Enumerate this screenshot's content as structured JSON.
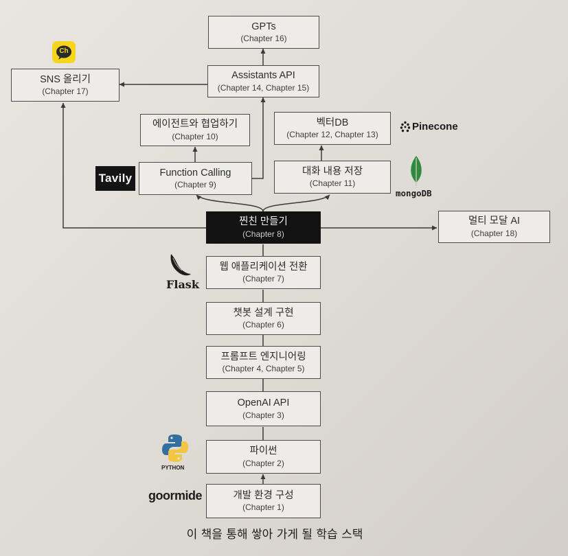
{
  "nodes": [
    {
      "id": "gpts",
      "title": "GPTs",
      "chapter": "(Chapter 16)"
    },
    {
      "id": "assistants",
      "title": "Assistants API",
      "chapter": "(Chapter 14, Chapter 15)"
    },
    {
      "id": "sns",
      "title": "SNS 올리기",
      "chapter": "(Chapter 17)"
    },
    {
      "id": "agents",
      "title": "에이전트와 협업하기",
      "chapter": "(Chapter 10)"
    },
    {
      "id": "vectordb",
      "title": "벡터DB",
      "chapter": "(Chapter 12, Chapter 13)"
    },
    {
      "id": "function",
      "title": "Function Calling",
      "chapter": "(Chapter 9)"
    },
    {
      "id": "memory",
      "title": "대화 내용 저장",
      "chapter": "(Chapter 11)"
    },
    {
      "id": "friend",
      "title": "찐친 만들기",
      "chapter": "(Chapter 8)"
    },
    {
      "id": "multimodal",
      "title": "멀티 모달 AI",
      "chapter": "(Chapter 18)"
    },
    {
      "id": "webapp",
      "title": "웹 애플리케이션 전환",
      "chapter": "(Chapter 7)"
    },
    {
      "id": "chatbot",
      "title": "챗봇 설계 구현",
      "chapter": "(Chapter 6)"
    },
    {
      "id": "prompt",
      "title": "프롬프트 엔지니어링",
      "chapter": "(Chapter 4, Chapter 5)"
    },
    {
      "id": "openai",
      "title": "OpenAI API",
      "chapter": "(Chapter 3)"
    },
    {
      "id": "python",
      "title": "파이썬",
      "chapter": "(Chapter 2)"
    },
    {
      "id": "setup",
      "title": "개발 환경 구성",
      "chapter": "(Chapter 1)"
    }
  ],
  "logos": {
    "kakao": "Ch",
    "tavily": "Tavily",
    "pinecone": "Pinecone",
    "mongodb": "mongoDB",
    "flask": "Flask",
    "python": "PYTHON",
    "goormide": "goormide"
  },
  "caption": "이 책을 통해 쌓아 가게 될 학습 스택",
  "colors": {
    "box_border": "#4a4a4a",
    "box_fill": "#eeece8",
    "highlight_fill": "#121212",
    "kakao_yellow": "#f7d51d",
    "mongodb_green": "#2e8a3c",
    "python_blue": "#356f9f",
    "python_yellow": "#f2c641"
  }
}
